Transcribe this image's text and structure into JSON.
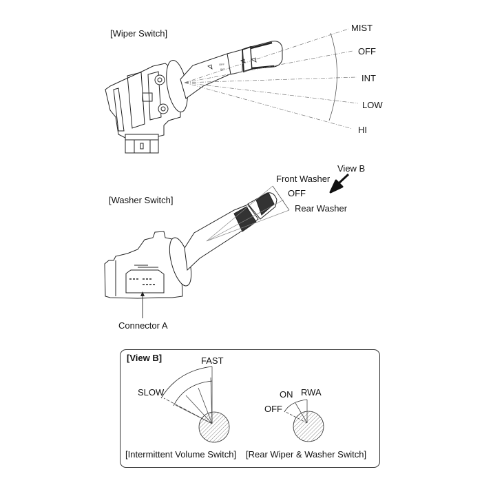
{
  "wiper_switch": {
    "title": "[Wiper Switch]",
    "positions": [
      "MIST",
      "OFF",
      "INT",
      "LOW",
      "HI"
    ]
  },
  "washer_switch": {
    "title": "[Washer Switch]",
    "positions": [
      "Front Washer",
      "OFF",
      "Rear Washer"
    ],
    "view_arrow_label": "View B",
    "connector_label": "Connector A"
  },
  "view_b": {
    "title": "[View B]",
    "intermittent": {
      "caption": "[Intermittent Volume Switch]",
      "labels": {
        "fast": "FAST",
        "slow": "SLOW"
      }
    },
    "rear": {
      "caption": "[Rear Wiper & Washer Switch]",
      "labels": {
        "off": "OFF",
        "on": "ON",
        "rwa": "RWA"
      }
    }
  },
  "colors": {
    "line": "#222222",
    "thin": "#666666",
    "box": "#333333"
  }
}
